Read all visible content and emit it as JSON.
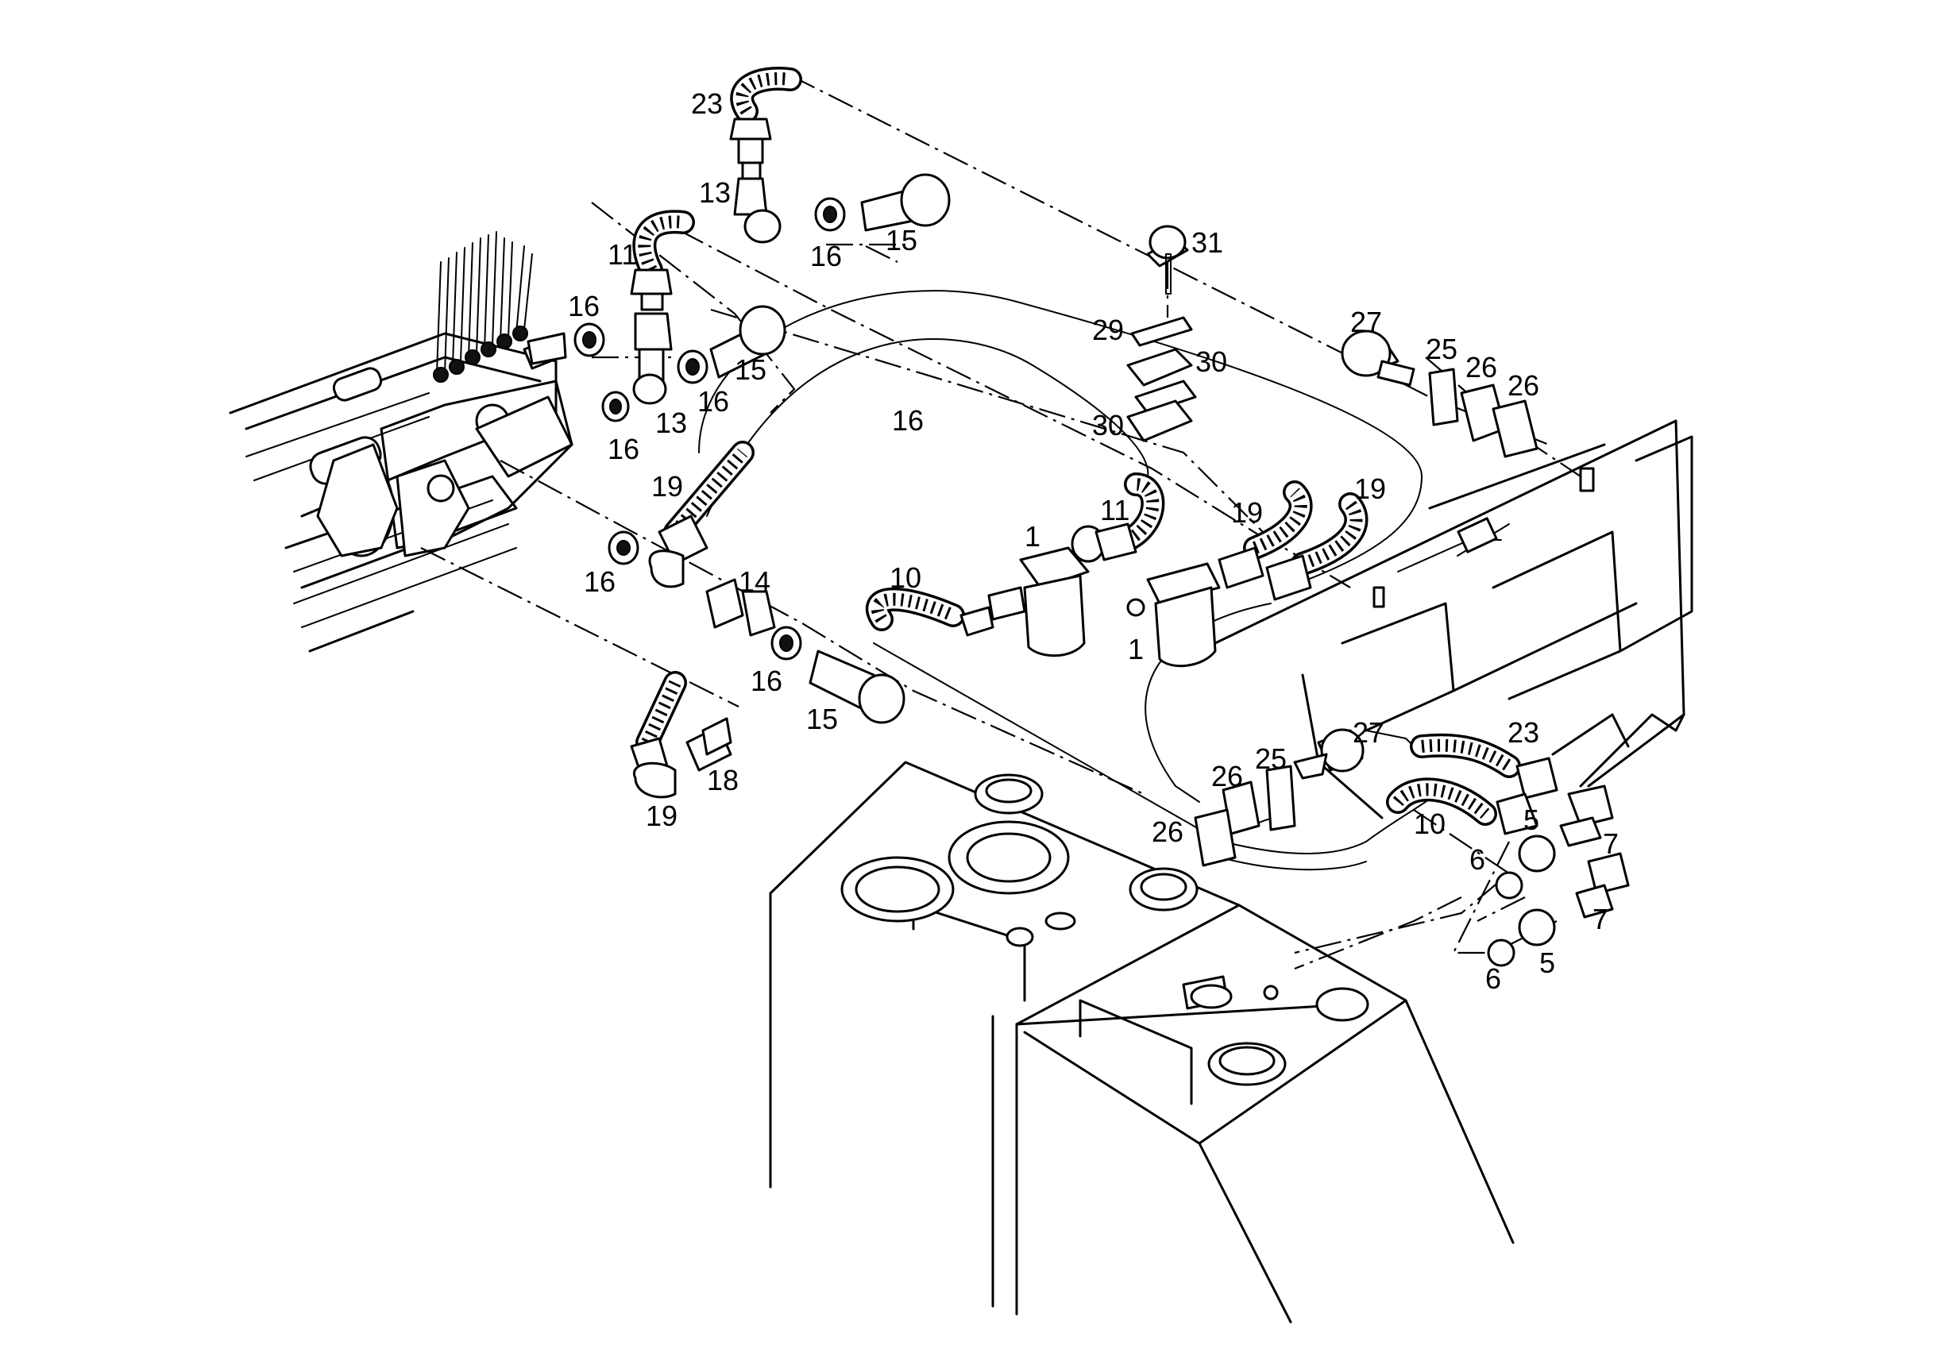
{
  "callouts": [
    {
      "id": "c-23-top",
      "text": "23"
    },
    {
      "id": "c-13-top",
      "text": "13"
    },
    {
      "id": "c-16-top",
      "text": "16"
    },
    {
      "id": "c-15-top",
      "text": "15"
    },
    {
      "id": "c-11-top",
      "text": "11"
    },
    {
      "id": "c-31",
      "text": "31"
    },
    {
      "id": "c-16-a",
      "text": "16"
    },
    {
      "id": "c-15-mid",
      "text": "15"
    },
    {
      "id": "c-16-b",
      "text": "16"
    },
    {
      "id": "c-16-c",
      "text": "16"
    },
    {
      "id": "c-13-mid",
      "text": "13"
    },
    {
      "id": "c-29",
      "text": "29"
    },
    {
      "id": "c-30-a",
      "text": "30"
    },
    {
      "id": "c-30-b",
      "text": "30"
    },
    {
      "id": "c-16-center",
      "text": "16"
    },
    {
      "id": "c-27-top",
      "text": "27"
    },
    {
      "id": "c-25-top",
      "text": "25"
    },
    {
      "id": "c-26-a",
      "text": "26"
    },
    {
      "id": "c-26-b",
      "text": "26"
    },
    {
      "id": "c-19-a",
      "text": "19"
    },
    {
      "id": "c-19-b",
      "text": "19"
    },
    {
      "id": "c-19-c",
      "text": "19"
    },
    {
      "id": "c-11-mid",
      "text": "11"
    },
    {
      "id": "c-1-a",
      "text": "1"
    },
    {
      "id": "c-1-b",
      "text": "1"
    },
    {
      "id": "c-16-d",
      "text": "16"
    },
    {
      "id": "c-14",
      "text": "14"
    },
    {
      "id": "c-10-a",
      "text": "10"
    },
    {
      "id": "c-16-e",
      "text": "16"
    },
    {
      "id": "c-15-low",
      "text": "15"
    },
    {
      "id": "c-18",
      "text": "18"
    },
    {
      "id": "c-19-d",
      "text": "19"
    },
    {
      "id": "c-23-low",
      "text": "23"
    },
    {
      "id": "c-27-low",
      "text": "27"
    },
    {
      "id": "c-25-low",
      "text": "25"
    },
    {
      "id": "c-26-c",
      "text": "26"
    },
    {
      "id": "c-26-d",
      "text": "26"
    },
    {
      "id": "c-10-b",
      "text": "10"
    },
    {
      "id": "c-5-a",
      "text": "5"
    },
    {
      "id": "c-7-a",
      "text": "7"
    },
    {
      "id": "c-6-a",
      "text": "6"
    },
    {
      "id": "c-7-b",
      "text": "7"
    },
    {
      "id": "c-6-b",
      "text": "6"
    },
    {
      "id": "c-5-b",
      "text": "5"
    }
  ]
}
